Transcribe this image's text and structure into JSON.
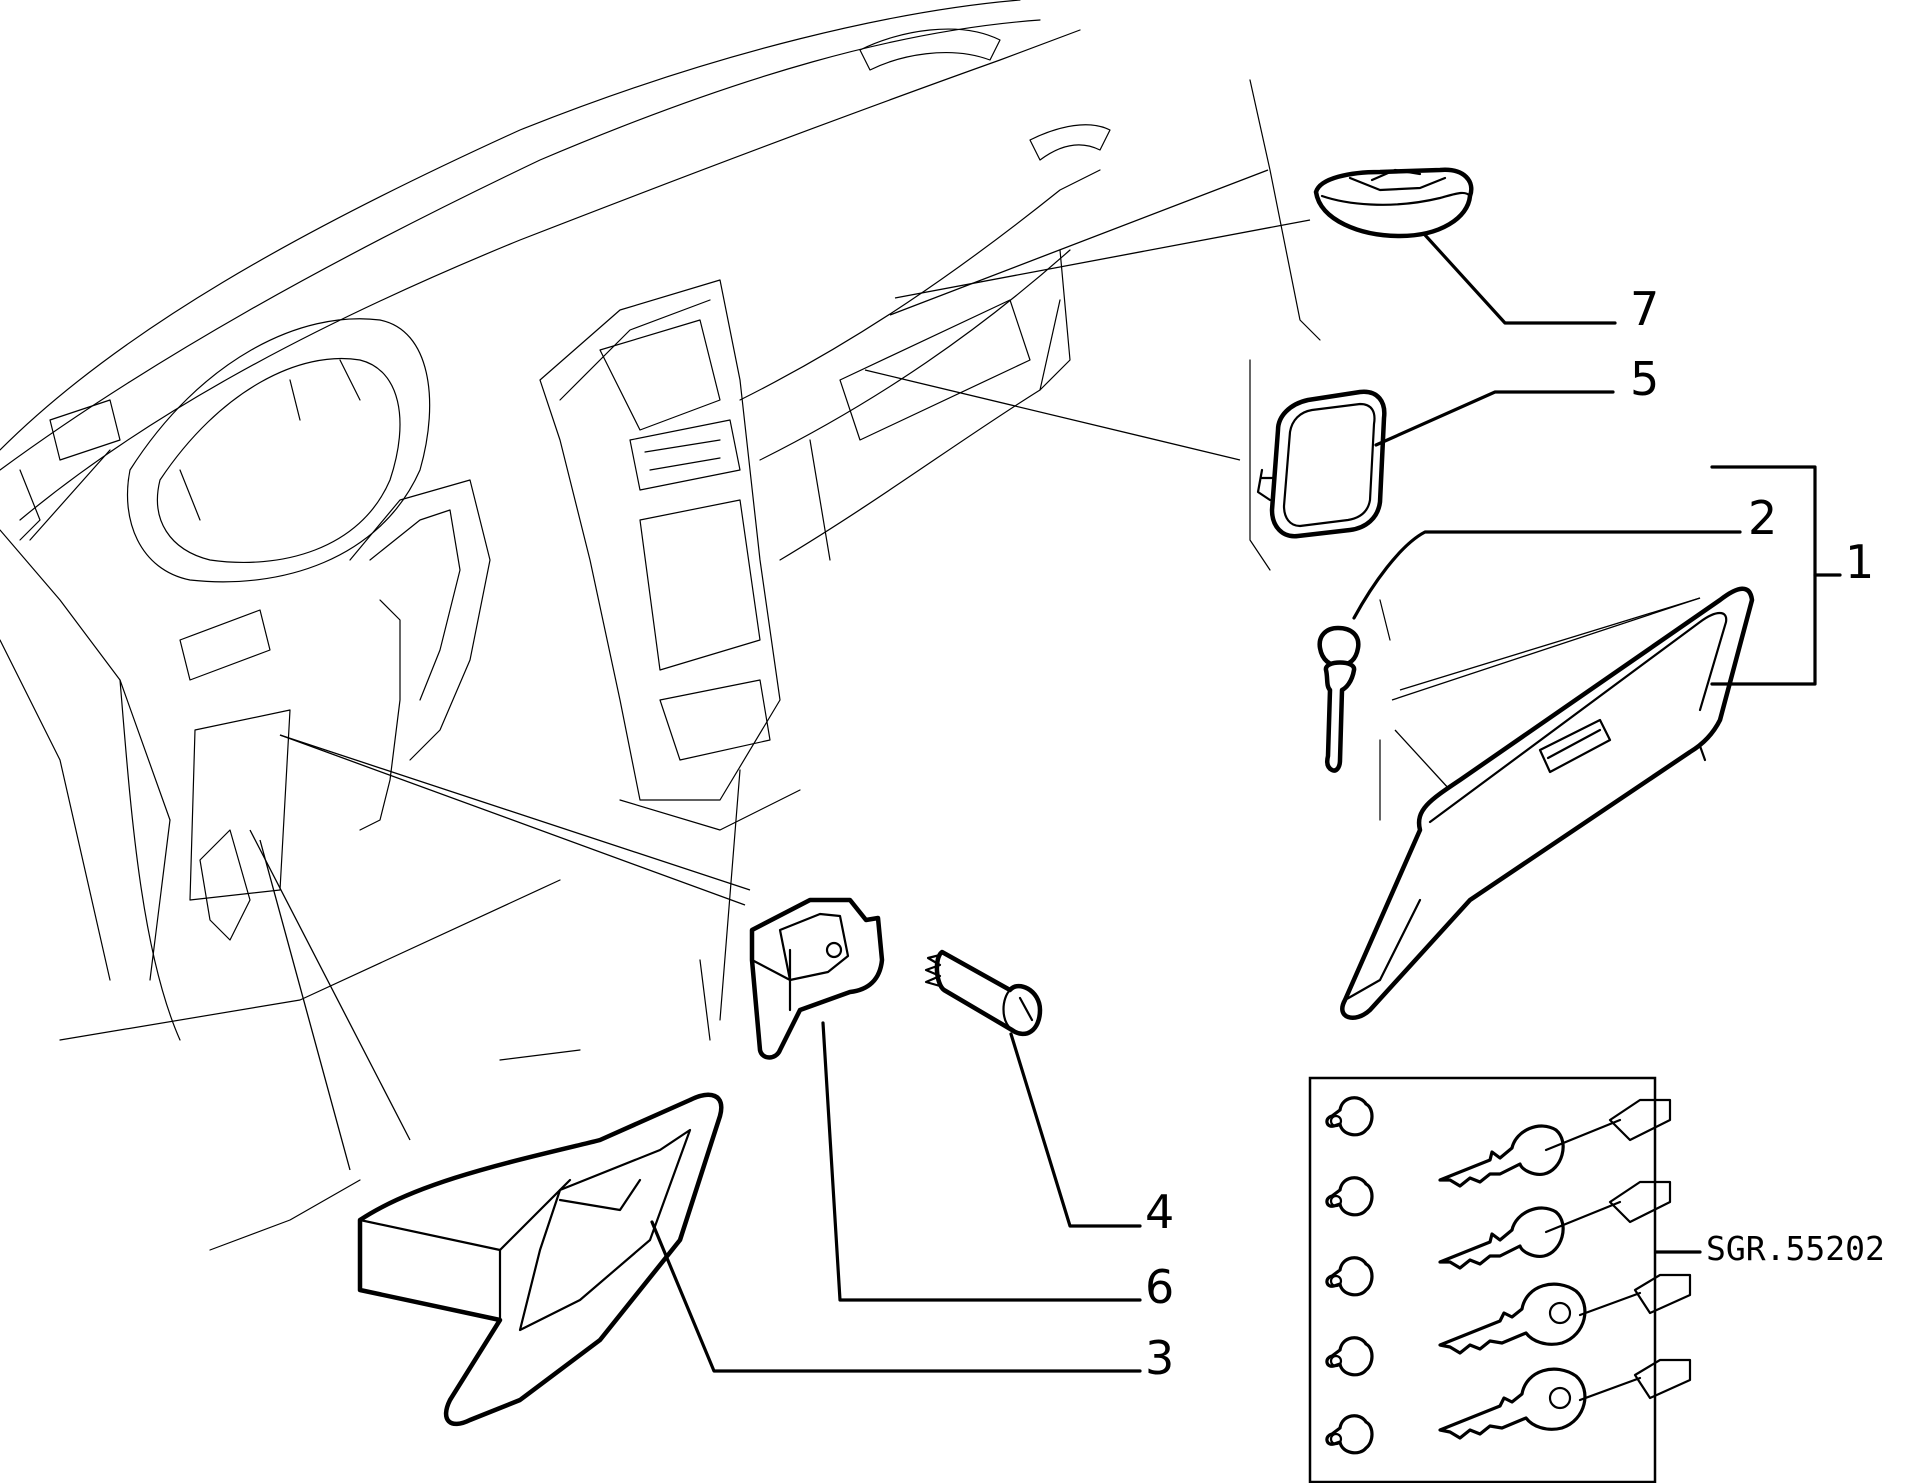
{
  "callouts": {
    "c1": "1",
    "c2": "2",
    "c3": "3",
    "c4": "4",
    "c5": "5",
    "c6": "6",
    "c7": "7"
  },
  "reference_code": "SGR.55202"
}
